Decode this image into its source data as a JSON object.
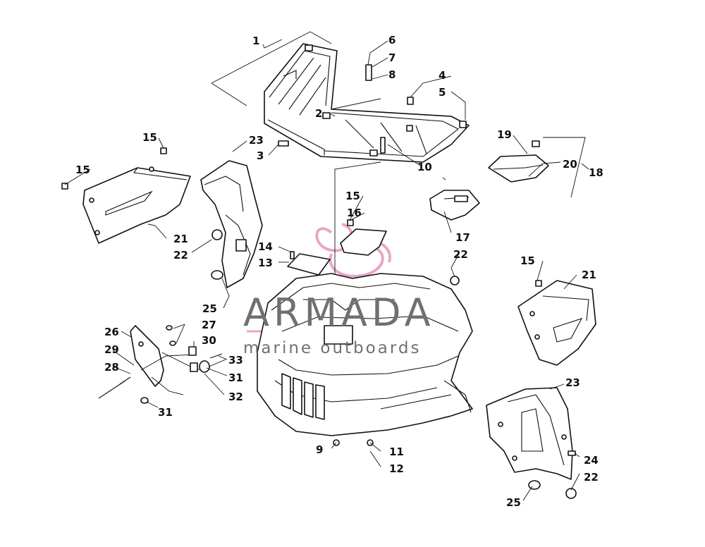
{
  "watermark": {
    "brand": "ARMADA",
    "tagline": "marine outboards",
    "brand_color": "#e8a6c8"
  },
  "callouts": [
    {
      "id": "c1",
      "text": "1"
    },
    {
      "id": "c2",
      "text": "2"
    },
    {
      "id": "c3",
      "text": "3"
    },
    {
      "id": "c4",
      "text": "4"
    },
    {
      "id": "c5",
      "text": "5"
    },
    {
      "id": "c6",
      "text": "6"
    },
    {
      "id": "c7",
      "text": "7"
    },
    {
      "id": "c8",
      "text": "8"
    },
    {
      "id": "c9",
      "text": "9"
    },
    {
      "id": "c10",
      "text": "10"
    },
    {
      "id": "c11",
      "text": "11"
    },
    {
      "id": "c12",
      "text": "12"
    },
    {
      "id": "c13",
      "text": "13"
    },
    {
      "id": "c14",
      "text": "14"
    },
    {
      "id": "c15a",
      "text": "15"
    },
    {
      "id": "c15b",
      "text": "15"
    },
    {
      "id": "c15c",
      "text": "15"
    },
    {
      "id": "c15d",
      "text": "15"
    },
    {
      "id": "c16",
      "text": "16"
    },
    {
      "id": "c17",
      "text": "17"
    },
    {
      "id": "c18",
      "text": "18"
    },
    {
      "id": "c19",
      "text": "19"
    },
    {
      "id": "c20",
      "text": "20"
    },
    {
      "id": "c21a",
      "text": "21"
    },
    {
      "id": "c21b",
      "text": "21"
    },
    {
      "id": "c22a",
      "text": "22"
    },
    {
      "id": "c22b",
      "text": "22"
    },
    {
      "id": "c22c",
      "text": "22"
    },
    {
      "id": "c23a",
      "text": "23"
    },
    {
      "id": "c23b",
      "text": "23"
    },
    {
      "id": "c24",
      "text": "24"
    },
    {
      "id": "c25a",
      "text": "25"
    },
    {
      "id": "c25b",
      "text": "25"
    },
    {
      "id": "c26",
      "text": "26"
    },
    {
      "id": "c27",
      "text": "27"
    },
    {
      "id": "c28",
      "text": "28"
    },
    {
      "id": "c29",
      "text": "29"
    },
    {
      "id": "c30",
      "text": "30"
    },
    {
      "id": "c31a",
      "text": "31"
    },
    {
      "id": "c31b",
      "text": "31"
    },
    {
      "id": "c32",
      "text": "32"
    },
    {
      "id": "c33",
      "text": "33"
    }
  ]
}
